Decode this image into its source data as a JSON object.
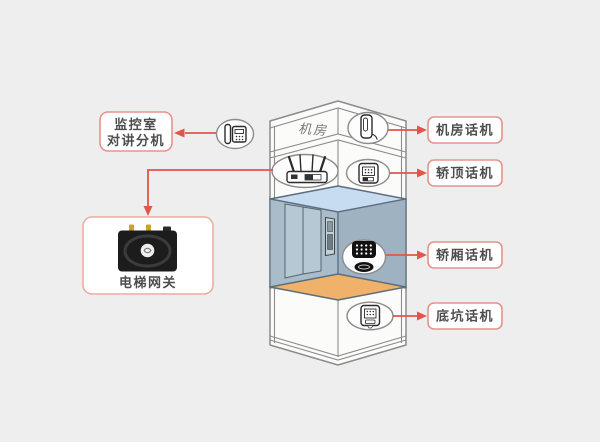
{
  "colors": {
    "background": "#efeeee",
    "accent_red": "#e1564a",
    "box_border": "#e5938b",
    "gateway_box_border": "#edaca3",
    "text_dark": "#4d4d4d",
    "outline_gray": "#8c8c8c",
    "ceiling_blue": "#c7dcf0",
    "wall_left": "#a9bcca",
    "wall_right": "#9eb2c1",
    "door_fill": "#b6c8d4",
    "floor_orange": "#f0b26a",
    "car_edge": "#5d6d7c",
    "shaft_fill": "#fbfbfa",
    "device_black": "#1c1c1c",
    "antenna_gold": "#c9a22b"
  },
  "labels": {
    "machine_room": "机房",
    "monitor_room_line1": "监控室",
    "monitor_room_line2": "对讲分机",
    "gateway": "电梯网关"
  },
  "right_labels": [
    {
      "id": "machine-room-phone",
      "label": "机房话机"
    },
    {
      "id": "car-top-phone",
      "label": "轿顶话机"
    },
    {
      "id": "car-phone",
      "label": "轿厢话机"
    },
    {
      "id": "pit-phone",
      "label": "底坑话机"
    }
  ],
  "icons": {
    "monitor_phone": "desk-phone-icon",
    "machine_room_phone": "wall-phone-icon",
    "router": "wifi-router-icon",
    "car_top_intercom": "intercom-panel-icon",
    "car_intercom": "keypad-intercom-icon",
    "pit_intercom": "intercom-panel-icon",
    "gateway_device": "elevator-gateway-device"
  }
}
